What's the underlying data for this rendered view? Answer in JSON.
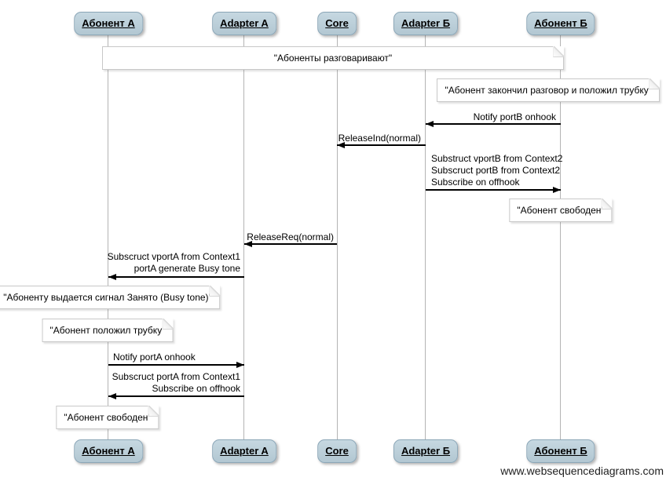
{
  "actors": [
    {
      "label": "Абонент A"
    },
    {
      "label": "Adapter A"
    },
    {
      "label": "Core"
    },
    {
      "label": "Adapter Б"
    },
    {
      "label": "Абонент Б"
    }
  ],
  "notes": {
    "conversation": "\"Абоненты разговаривают\"",
    "b_hangup": "\"Абонент закончил разговор и положил трубку\"",
    "b_free": "\"Абонент свободен\"",
    "a_busy": "\"Абоненту выдается сигнал Занято (Busy tone)\"",
    "a_hangup": "\"Абонент положил трубку\"",
    "a_free": "\"Абонент свободен\""
  },
  "messages": [
    {
      "label": "Notify portB onhook",
      "from": "Абонент Б",
      "to": "Adapter Б",
      "direction": "left"
    },
    {
      "label": "ReleaseInd(normal)",
      "from": "Adapter Б",
      "to": "Core",
      "direction": "left"
    },
    {
      "lines": [
        "Substruct vportB from Context2",
        "Subscruct portB from Context2",
        "Subscribe on offhook"
      ],
      "from": "Adapter Б",
      "to": "Абонент Б",
      "direction": "right"
    },
    {
      "label": "ReleaseReq(normal)",
      "from": "Core",
      "to": "Adapter A",
      "direction": "left"
    },
    {
      "lines": [
        "Subscruct vportA from Context1",
        "portA generate Busy tone"
      ],
      "from": "Adapter A",
      "to": "Абонент A",
      "direction": "left"
    },
    {
      "label": "Notify portA onhook",
      "from": "Абонент A",
      "to": "Adapter A",
      "direction": "right"
    },
    {
      "lines": [
        "Subscruct portA from Context1",
        "Subscribe on offhook"
      ],
      "from": "Adapter A",
      "to": "Абонент A",
      "direction": "left"
    }
  ],
  "watermark": "www.websequencediagrams.com",
  "colors": {
    "actor_fill": "#b9cdd8",
    "actor_border": "#8ca7b8",
    "lifeline": "#b4b4b4",
    "note_border": "#c8c8c8",
    "message_line": "#000000"
  }
}
